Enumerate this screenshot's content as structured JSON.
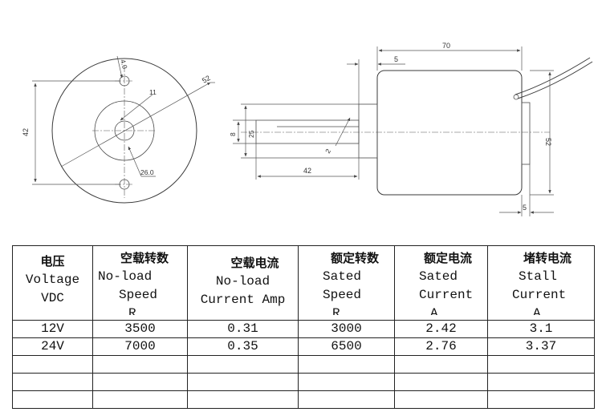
{
  "drawing": {
    "front_view": {
      "dims": [
        "42",
        "52",
        "11",
        "26.0",
        "4.0"
      ]
    },
    "side_view": {
      "dims": [
        "70",
        "5",
        "8",
        "25",
        "2",
        "42",
        "52",
        "5"
      ]
    }
  },
  "table": {
    "headers": [
      {
        "cn": "电压",
        "en": [
          "Voltage",
          "VDC"
        ]
      },
      {
        "cn": "空载转数",
        "en": [
          "No-load",
          "Speed",
          "R"
        ]
      },
      {
        "cn": "空载电流",
        "en": [
          "No-load",
          "Current Amp"
        ]
      },
      {
        "cn": "额定转数",
        "en": [
          "Sated",
          "Speed",
          "R"
        ]
      },
      {
        "cn": "额定电流",
        "en": [
          "Sated",
          "Current",
          "A"
        ]
      },
      {
        "cn": "堵转电流",
        "en": [
          "Stall",
          "Current",
          "A"
        ]
      }
    ],
    "rows": [
      [
        "12V",
        "3500",
        "0.31",
        "3000",
        "2.42",
        "3.1"
      ],
      [
        "24V",
        "7000",
        "0.35",
        "6500",
        "2.76",
        "3.37"
      ],
      [
        "",
        "",
        "",
        "",
        "",
        ""
      ],
      [
        "",
        "",
        "",
        "",
        "",
        ""
      ],
      [
        "",
        "",
        "",
        "",
        "",
        ""
      ]
    ]
  }
}
